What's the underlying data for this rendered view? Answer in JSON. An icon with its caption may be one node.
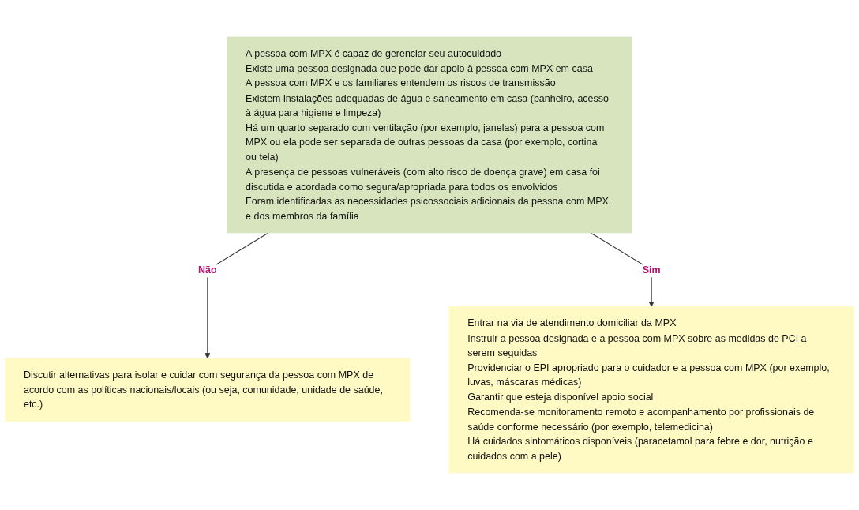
{
  "diagram": {
    "nodes": [
      {
        "text": [
          "A pessoa com MPX é capaz de gerenciar seu autocuidado",
          "Existe uma pessoa designada que pode dar apoio à pessoa com MPX em casa",
          "A pessoa com MPX e os familiares entendem os riscos de transmissão",
          "Existem instalações adequadas de água e saneamento em casa (banheiro, acesso à água para higiene e limpeza)",
          "Há um quarto separado com ventilação (por exemplo, janelas) para a pessoa com MPX ou ela pode ser separada de outras pessoas da casa (por exemplo, cortina ou tela)",
          "A presença de pessoas vulneráveis (com alto risco de doença grave) em casa foi discutida e acordada como segura/apropriada para todos os envolvidos",
          "Foram identificadas as necessidades psicossociais adicionais da pessoa com MPX e dos membros da família"
        ]
      },
      {
        "text": [
          "Discutir alternativas para isolar e cuidar com segurança da pessoa com MPX de acordo com as políticas nacionais/locais (ou seja, comunidade, unidade de saúde, etc.)"
        ]
      },
      {
        "text": [
          "Entrar na via de atendimento domiciliar da MPX",
          "Instruir a pessoa designada e a pessoa com MPX sobre as medidas de PCI a serem seguidas",
          "Providenciar o EPI apropriado para o cuidador e a pessoa com MPX (por exemplo, luvas, máscaras médicas)",
          "Garantir que esteja disponível apoio social",
          "Recomenda-se monitoramento remoto e acompanhamento por profissionais de saúde conforme necessário (por exemplo, telemedicina)",
          "Há cuidados sintomáticos disponíveis (paracetamol para febre e dor, nutrição e cuidados com a pele)"
        ]
      }
    ],
    "edges": [
      {
        "from": 0,
        "to": 1,
        "arrow": "to",
        "label": "Não"
      },
      {
        "from": 0,
        "to": 2,
        "arrow": "to",
        "label": "Sim"
      }
    ]
  }
}
